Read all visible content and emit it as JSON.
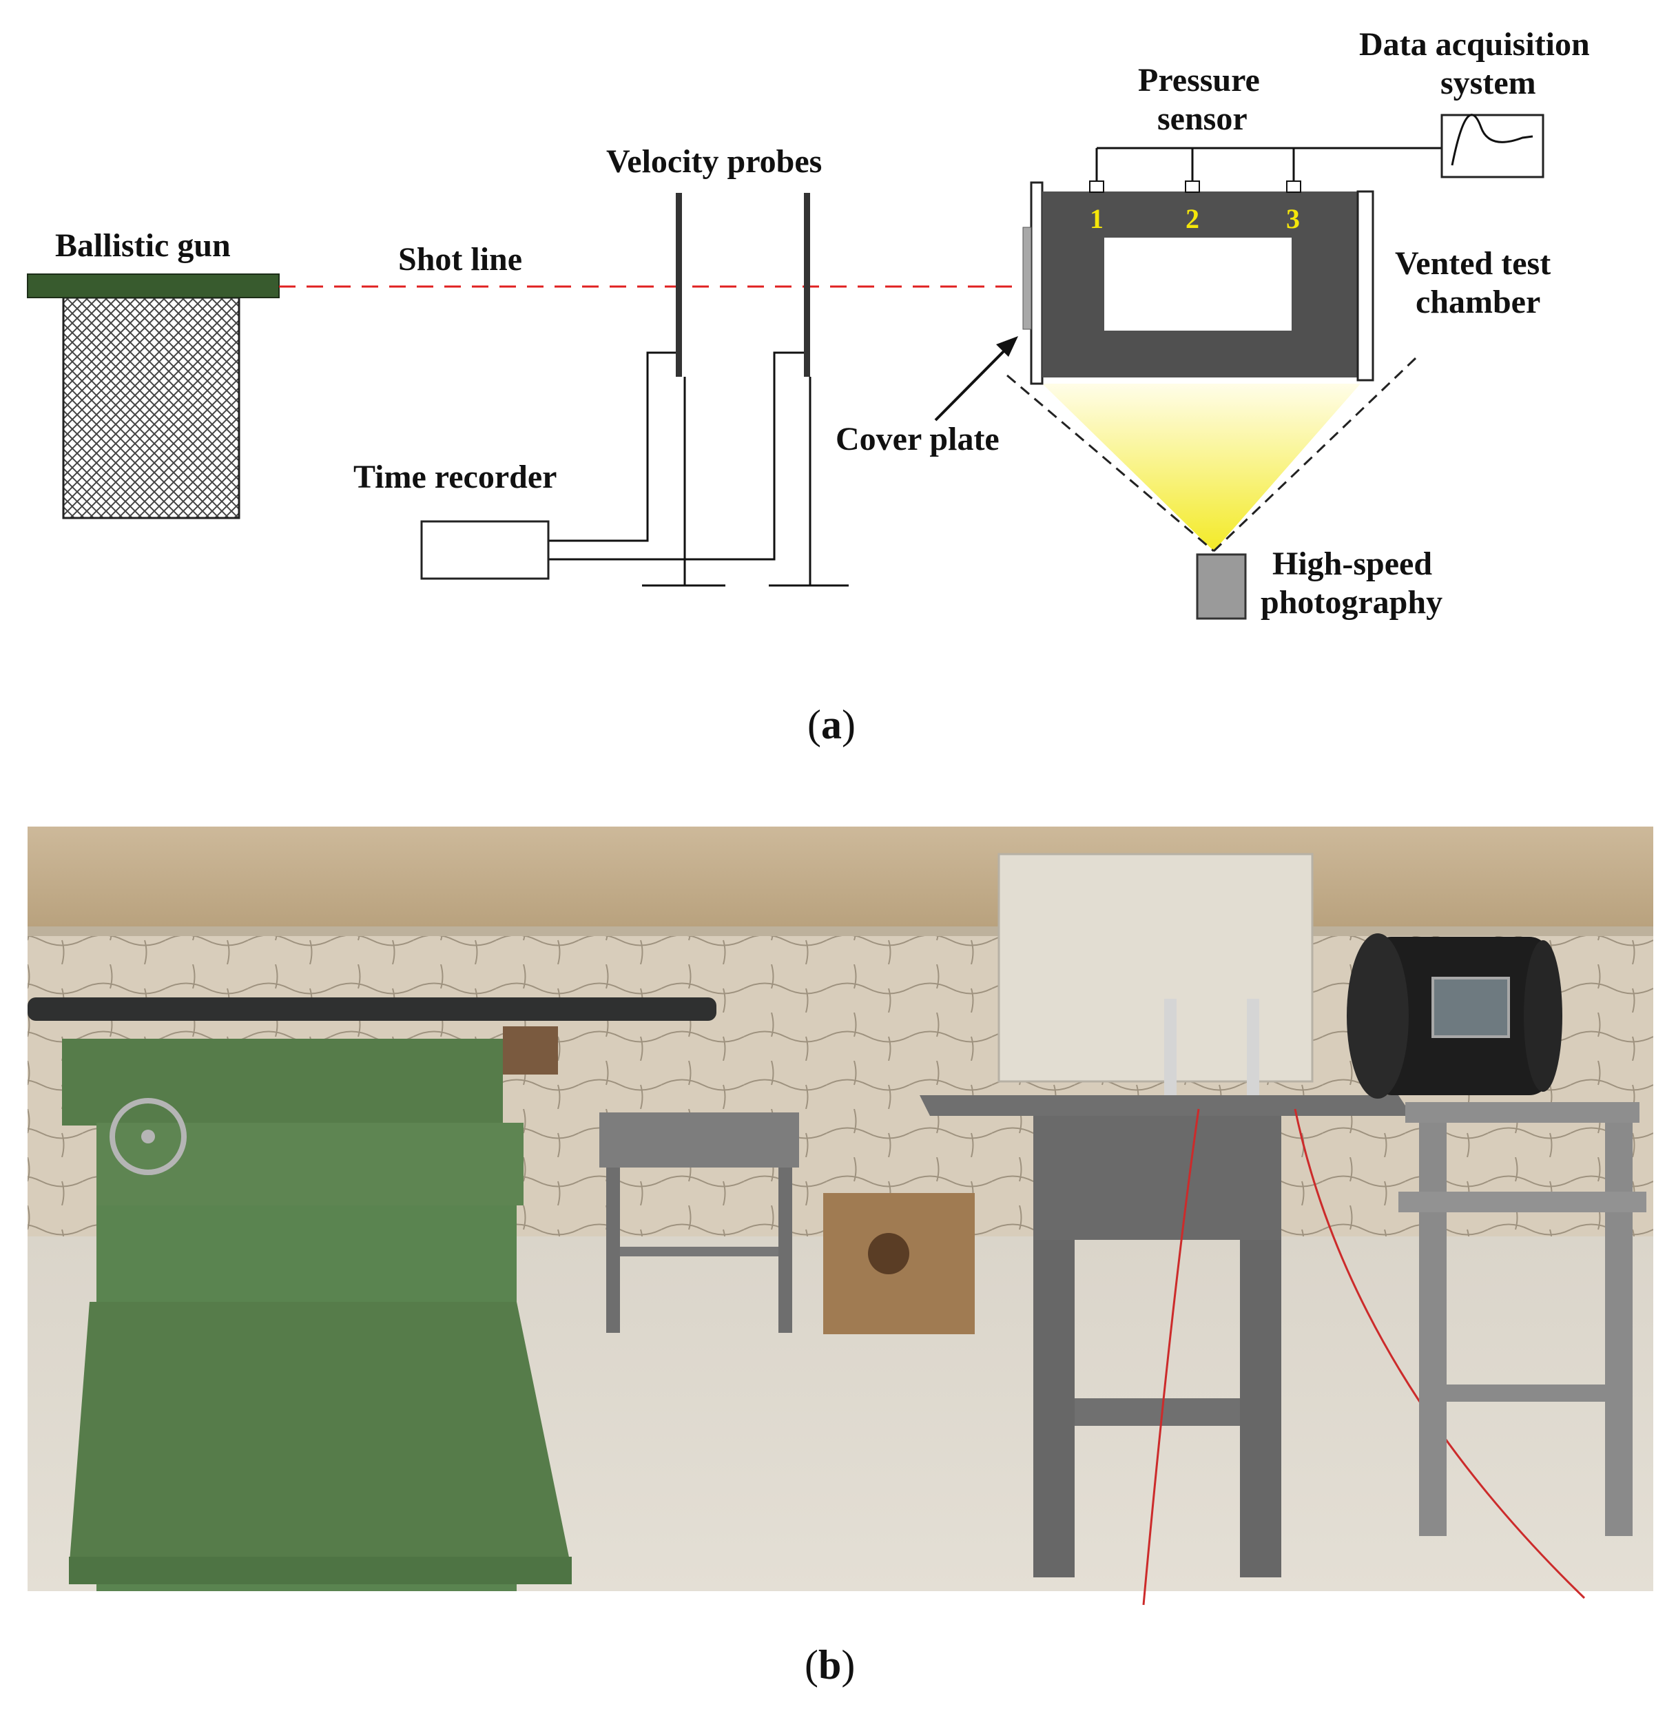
{
  "diagram": {
    "labels": {
      "ballistic_gun": "Ballistic gun",
      "shot_line": "Shot line",
      "velocity_probes": "Velocity probes",
      "time_recorder": "Time recorder",
      "pressure_sensor_1": "Pressure",
      "pressure_sensor_2": "sensor",
      "data_acq_1": "Data acquisition",
      "data_acq_2": "system",
      "vented_1": "Vented test",
      "vented_2": "chamber",
      "cover_plate": "Cover plate",
      "high_speed_1": "High-speed",
      "high_speed_2": "photography"
    },
    "sensor_numbers": [
      "1",
      "2",
      "3"
    ],
    "caption_a_open": "(",
    "caption_a_letter": "a",
    "caption_a_close": ")"
  },
  "photo": {
    "caption_b_open": "(",
    "caption_b_letter": "b",
    "caption_b_close": ")"
  },
  "colors": {
    "gun_top": "#385b2e",
    "shot_line": "#e02020",
    "chamber": "#505050",
    "sensor_number": "#f5e60a",
    "camera": "#9a9a9a",
    "light_cone_top": "#fffde8",
    "light_cone_bottom": "#f3ea27"
  }
}
